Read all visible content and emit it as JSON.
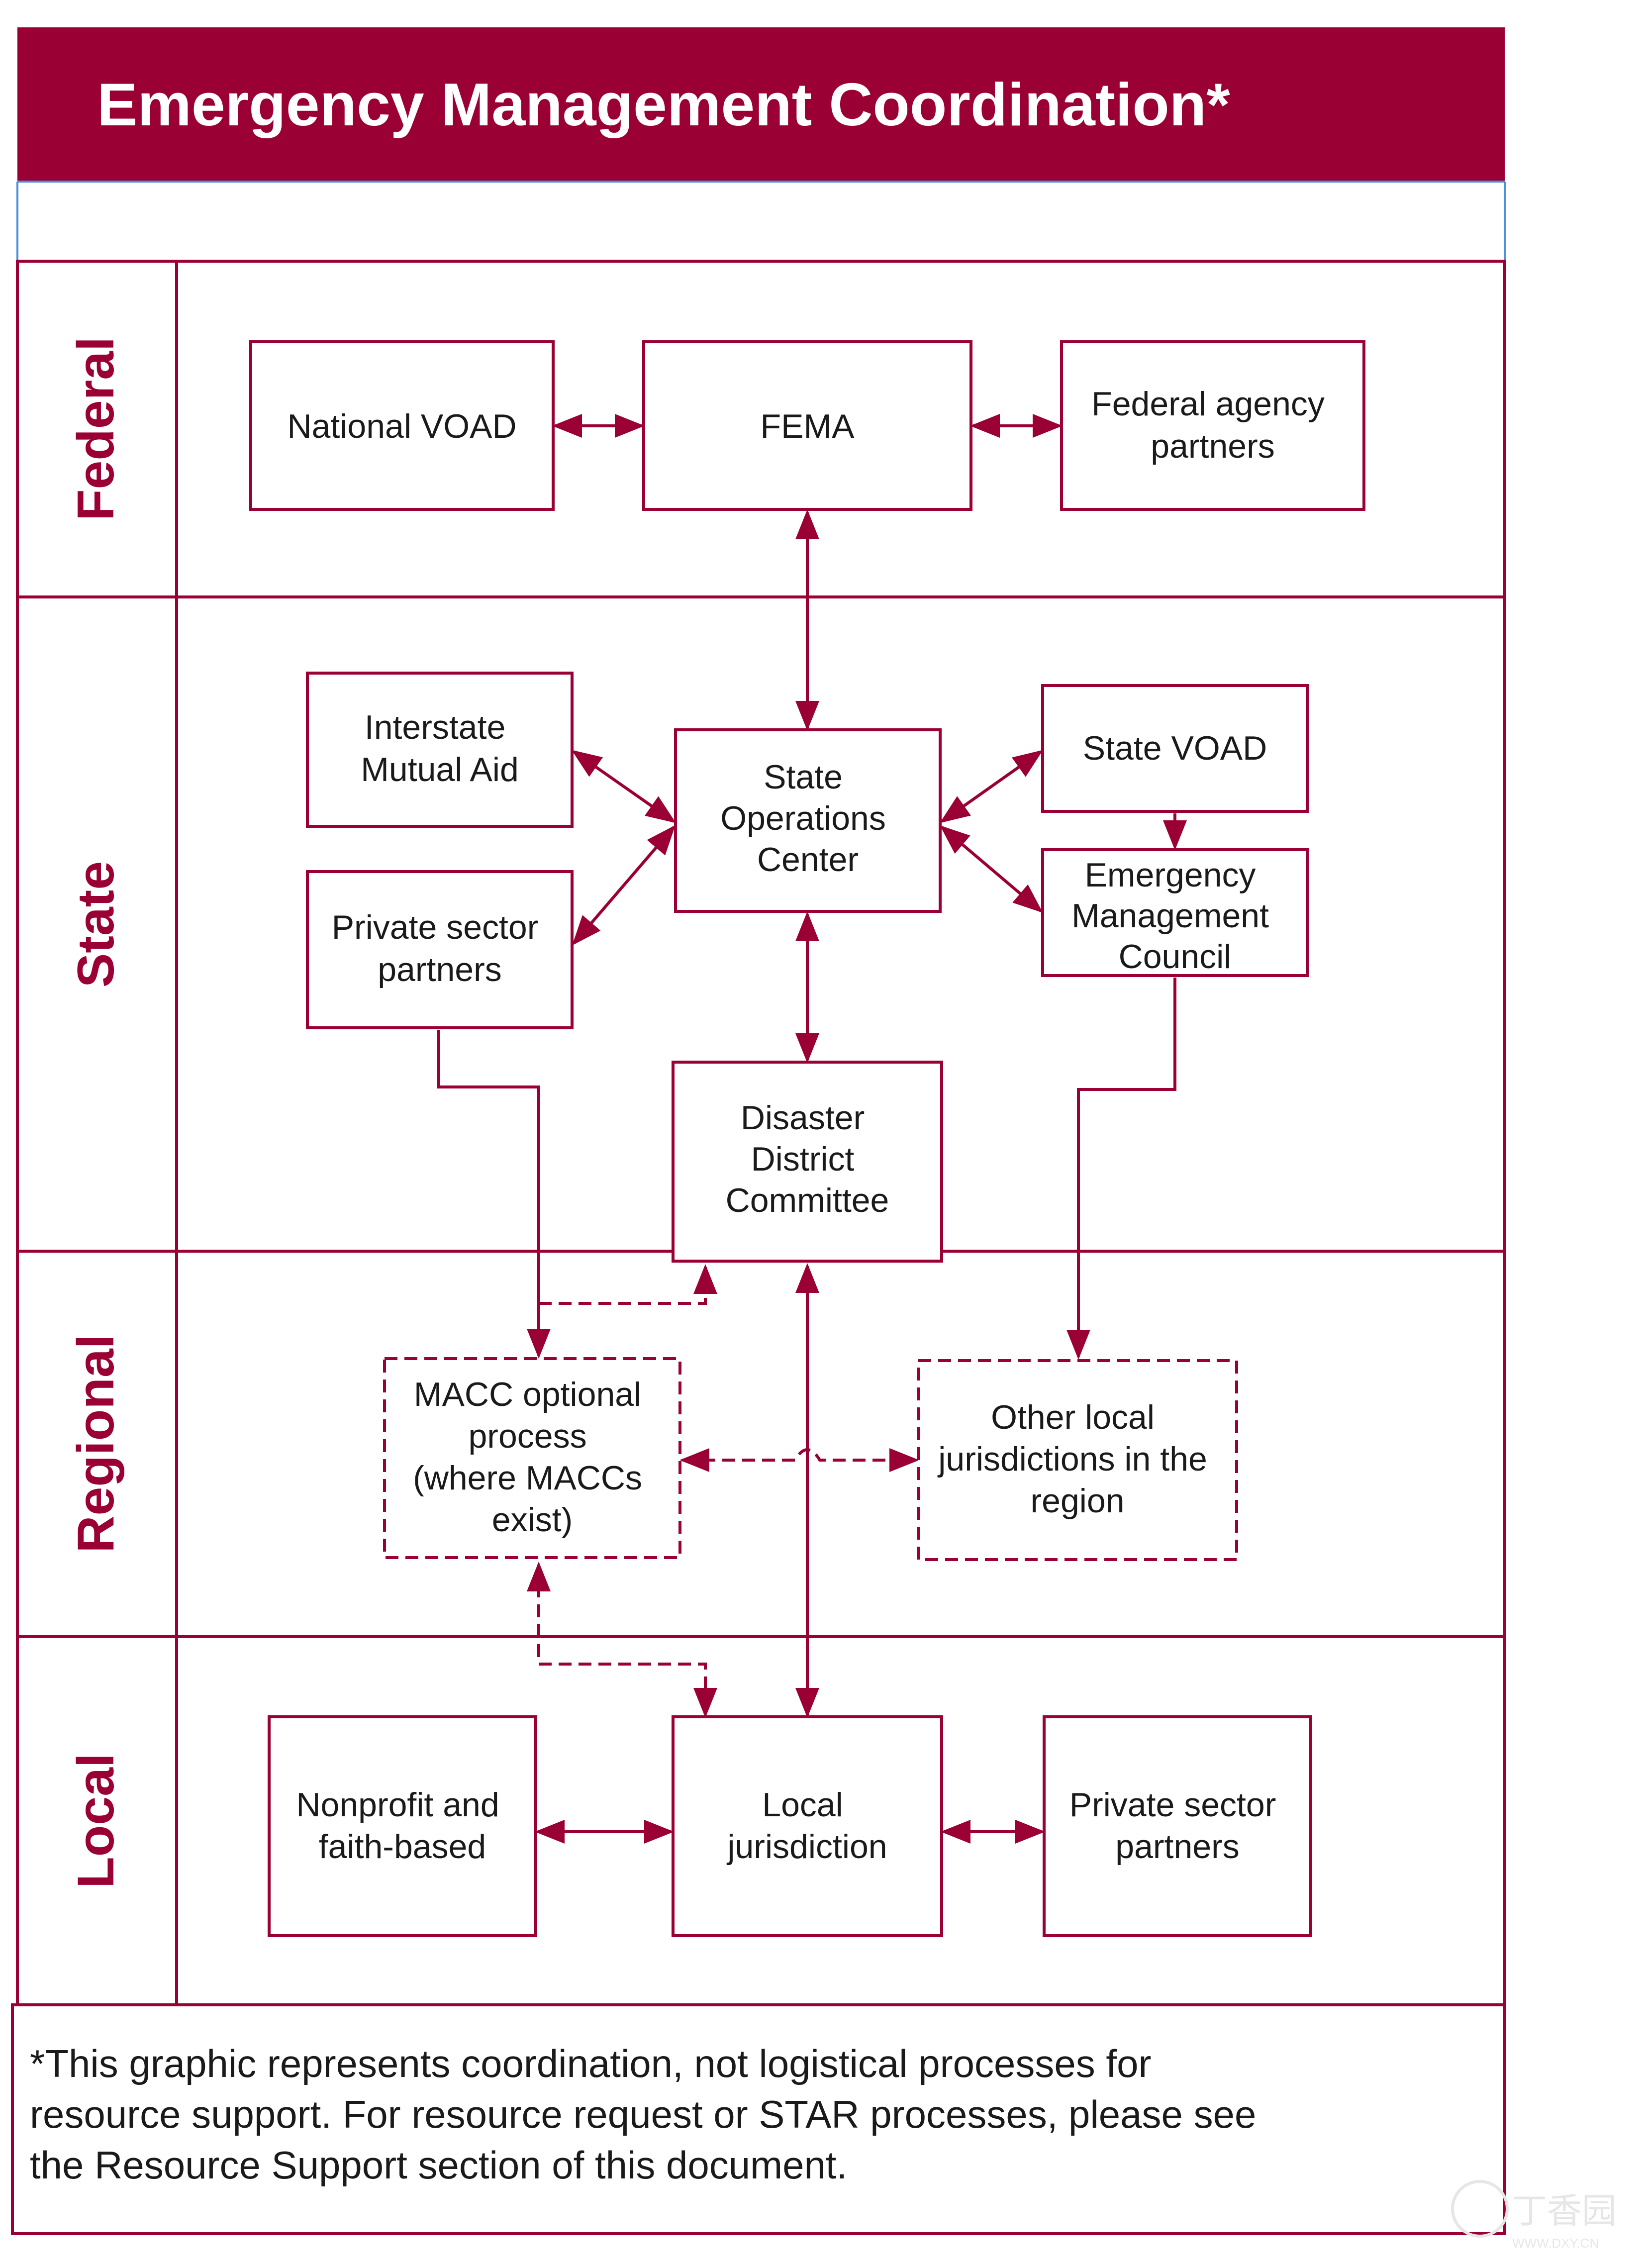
{
  "title": "Emergency Management Coordination*",
  "colors": {
    "accent": "#9a0033",
    "header_divider": "#4a90d9",
    "box_border": "#9a0033",
    "text": "#1a1a1a"
  },
  "lanes": [
    {
      "id": "federal",
      "label": "Federal"
    },
    {
      "id": "state",
      "label": "State"
    },
    {
      "id": "regional",
      "label": "Regional"
    },
    {
      "id": "local",
      "label": "Local"
    }
  ],
  "nodes": {
    "national_voad": {
      "lines": [
        "National VOAD"
      ],
      "style": "solid"
    },
    "fema": {
      "lines": [
        "FEMA"
      ],
      "style": "solid"
    },
    "federal_agency_partners": {
      "lines": [
        "Federal agency",
        "partners"
      ],
      "style": "solid"
    },
    "interstate_mutual_aid": {
      "lines": [
        "Interstate",
        "Mutual Aid"
      ],
      "style": "solid"
    },
    "state_operations_center": {
      "lines": [
        "State",
        "Operations",
        "Center"
      ],
      "style": "solid"
    },
    "state_voad": {
      "lines": [
        "State VOAD"
      ],
      "style": "solid"
    },
    "private_sector_partners_state": {
      "lines": [
        "Private sector",
        "partners"
      ],
      "style": "solid"
    },
    "emergency_management_council": {
      "lines": [
        "Emergency",
        "Management",
        "Council"
      ],
      "style": "solid"
    },
    "disaster_district_committee": {
      "lines": [
        "Disaster",
        "District",
        "Committee"
      ],
      "style": "solid"
    },
    "macc_optional_process": {
      "lines": [
        "MACC optional",
        "process",
        "(where MACCs",
        "exist)"
      ],
      "style": "dashed"
    },
    "other_local_jurisdictions": {
      "lines": [
        "Other local",
        "jurisdictions in the",
        "region"
      ],
      "style": "dashed"
    },
    "nonprofit_faith_based": {
      "lines": [
        "Nonprofit and",
        "faith-based"
      ],
      "style": "solid"
    },
    "local_jurisdiction": {
      "lines": [
        "Local",
        "jurisdiction"
      ],
      "style": "solid"
    },
    "private_sector_partners_local": {
      "lines": [
        "Private sector",
        "partners"
      ],
      "style": "solid"
    }
  },
  "edges": [
    {
      "from": "national_voad",
      "to": "fema",
      "direction": "both",
      "style": "solid"
    },
    {
      "from": "fema",
      "to": "federal_agency_partners",
      "direction": "both",
      "style": "solid"
    },
    {
      "from": "fema",
      "to": "state_operations_center",
      "direction": "both",
      "style": "solid"
    },
    {
      "from": "interstate_mutual_aid",
      "to": "state_operations_center",
      "direction": "both",
      "style": "solid"
    },
    {
      "from": "private_sector_partners_state",
      "to": "state_operations_center",
      "direction": "both",
      "style": "solid"
    },
    {
      "from": "state_operations_center",
      "to": "state_voad",
      "direction": "both",
      "style": "solid"
    },
    {
      "from": "state_operations_center",
      "to": "emergency_management_council",
      "direction": "both",
      "style": "solid"
    },
    {
      "from": "state_voad",
      "to": "emergency_management_council",
      "direction": "forward",
      "style": "solid"
    },
    {
      "from": "state_operations_center",
      "to": "disaster_district_committee",
      "direction": "both",
      "style": "solid"
    },
    {
      "from": "private_sector_partners_state",
      "to": "macc_optional_process",
      "direction": "forward",
      "style": "solid"
    },
    {
      "from": "emergency_management_council",
      "to": "other_local_jurisdictions",
      "direction": "forward",
      "style": "solid"
    },
    {
      "from": "macc_optional_process",
      "to": "disaster_district_committee",
      "direction": "forward",
      "style": "dashed"
    },
    {
      "from": "macc_optional_process",
      "to": "other_local_jurisdictions",
      "direction": "both",
      "style": "dashed"
    },
    {
      "from": "disaster_district_committee",
      "to": "local_jurisdiction",
      "direction": "both",
      "style": "solid"
    },
    {
      "from": "local_jurisdiction",
      "to": "macc_optional_process",
      "direction": "both",
      "style": "dashed"
    },
    {
      "from": "nonprofit_faith_based",
      "to": "local_jurisdiction",
      "direction": "both",
      "style": "solid"
    },
    {
      "from": "local_jurisdiction",
      "to": "private_sector_partners_local",
      "direction": "both",
      "style": "solid"
    }
  ],
  "footnote": {
    "lines": [
      "*This graphic represents coordination, not logistical processes for",
      "resource support. For resource request or STAR processes, please see",
      "the Resource Support section of this document."
    ]
  },
  "watermark": {
    "main": "丁香园",
    "sub": "WWW.DXY.CN"
  }
}
